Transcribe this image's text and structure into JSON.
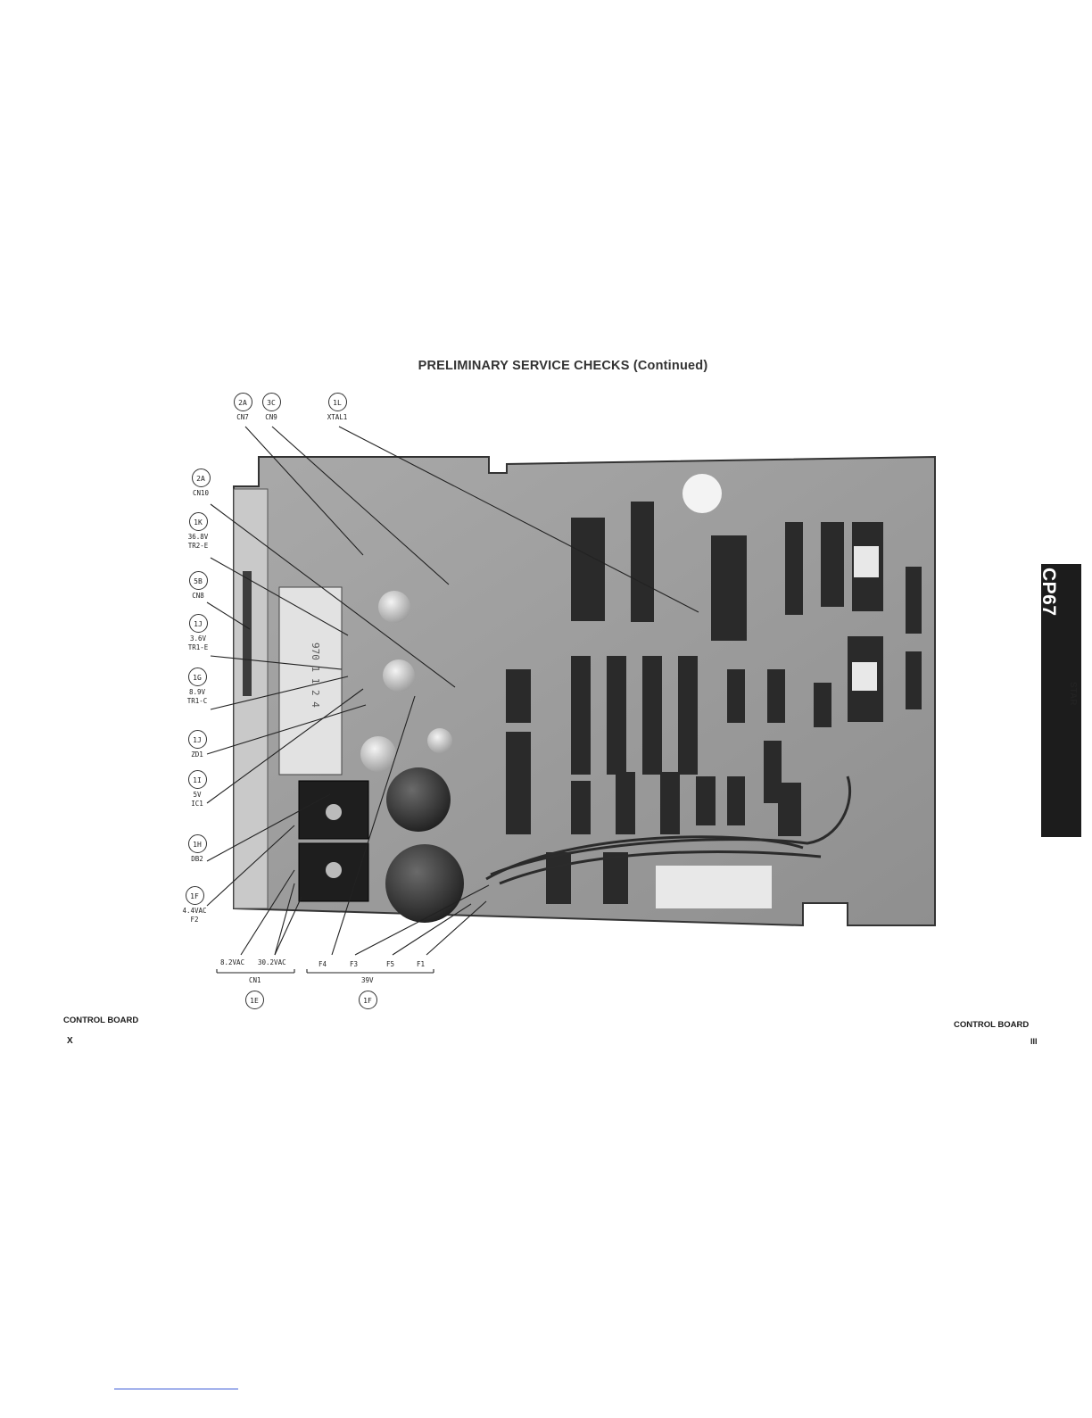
{
  "page": {
    "title": "PRELIMINARY SERVICE CHECKS (Continued)",
    "footer_left_label": "CONTROL BOARD",
    "footer_left_page": "X",
    "footer_right_label": "CONTROL BOARD",
    "footer_right_page": "III"
  },
  "side_tab": {
    "code": "CP67",
    "brand": "STAR",
    "model": "MODEL NR-10(VERSIONS 1,2,3)"
  },
  "callouts_top": [
    {
      "circle": "2A",
      "label": "CN7"
    },
    {
      "circle": "3C",
      "label": "CN9"
    },
    {
      "circle": "1L",
      "label": "XTAL1"
    }
  ],
  "callouts_left": [
    {
      "circle": "2A",
      "label": "CN10",
      "label2": ""
    },
    {
      "circle": "1K",
      "label": "36.8V",
      "label2": "TR2-E"
    },
    {
      "circle": "5B",
      "label": "CN8",
      "label2": ""
    },
    {
      "circle": "1J",
      "label": "3.6V",
      "label2": "TR1-E"
    },
    {
      "circle": "1G",
      "label": "8.9V",
      "label2": "TR1-C"
    },
    {
      "circle": "1J",
      "label": "ZD1",
      "label2": ""
    },
    {
      "circle": "1I",
      "label": "5V",
      "label2": "IC1"
    },
    {
      "circle": "1H",
      "label": "DB2",
      "label2": ""
    },
    {
      "circle": "1F",
      "label": "4.4VAC",
      "label2": "F2"
    }
  ],
  "bottom_labels": {
    "ac1": "8.2VAC",
    "ac2": "30.2VAC",
    "cn1": "CN1",
    "f4": "F4",
    "f3": "F3",
    "f5": "F5",
    "f1": "F1",
    "v39": "39V",
    "circle_1e": "1E",
    "circle_1f": "1F"
  },
  "board_text": {
    "silk_a": "970 1 1 2 4"
  }
}
